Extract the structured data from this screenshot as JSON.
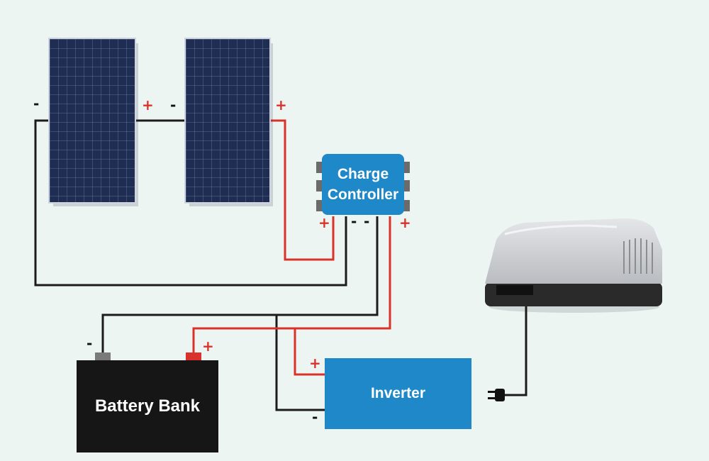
{
  "colors": {
    "background": "#edf5f3",
    "positive_wire": "#d9322b",
    "negative_wire": "#1b1b1b",
    "controller_fill": "#1e88c9",
    "inverter_fill": "#1e88c9",
    "battery_fill": "#161616",
    "panel_fill": "#1d2a4a"
  },
  "components": {
    "solar_panel_1": {
      "icon": "solar-panel-icon",
      "neg": "-",
      "pos": "+"
    },
    "solar_panel_2": {
      "icon": "solar-panel-icon",
      "neg": "-",
      "pos": "+"
    },
    "charge_controller": {
      "line1": "Charge",
      "line2": "Controller",
      "in_pos": "+",
      "neg1": "-",
      "neg2": "-",
      "out_pos": "+"
    },
    "battery": {
      "label": "Battery Bank",
      "neg": "-",
      "pos": "+"
    },
    "inverter": {
      "label": "Inverter",
      "pos": "+",
      "neg": "-"
    },
    "air_conditioner": {
      "icon": "rv-air-conditioner-icon"
    },
    "plug": {
      "icon": "power-plug-icon"
    }
  }
}
